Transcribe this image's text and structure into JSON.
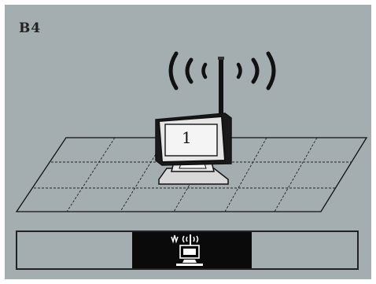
{
  "level": {
    "label": "B4"
  },
  "monitor": {
    "number": "1"
  },
  "toolbar": {
    "slots": [
      {
        "id": "left",
        "selected": false
      },
      {
        "id": "wireless-monitor",
        "selected": true,
        "icon": "wireless-monitor-icon"
      },
      {
        "id": "right",
        "selected": false
      }
    ]
  },
  "colors": {
    "background": "#a4adb0",
    "selected_slot": "#0a0a0a",
    "lines": "#111111"
  }
}
